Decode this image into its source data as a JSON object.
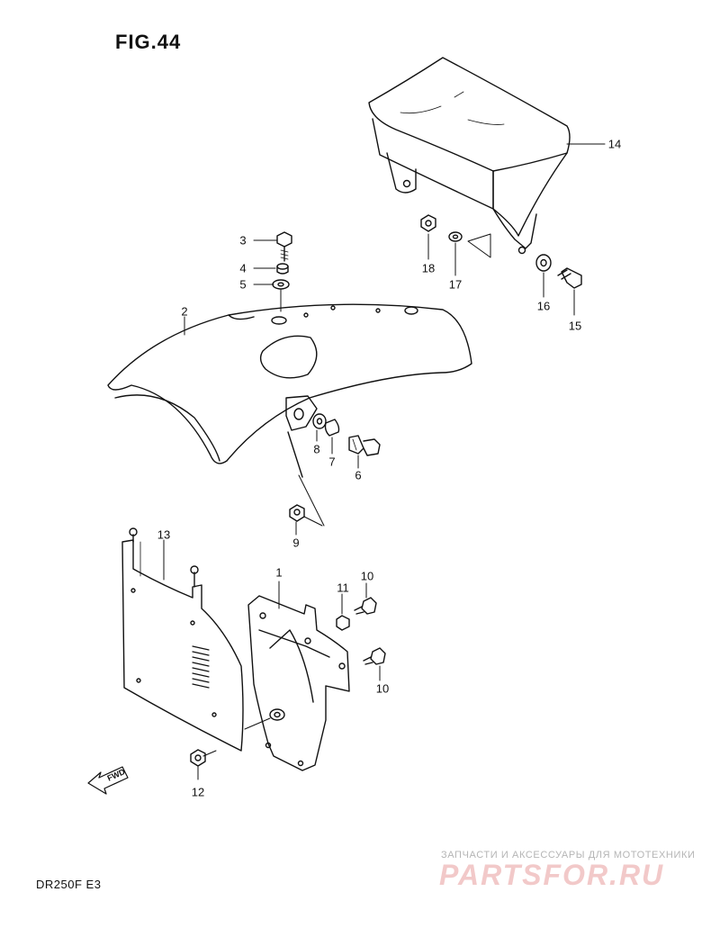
{
  "header": {
    "figure_label": "FIG.44"
  },
  "footer": {
    "model_code": "DR250F E3"
  },
  "direction_marker": {
    "label": "FWD",
    "icon": "fwd-arrow-icon"
  },
  "watermark": {
    "tagline": "ЗАПЧАСТИ И АКСЕССУАРЫ ДЛЯ МОТОТЕХНИКИ",
    "logo_text": "PARTSFOR.RU"
  },
  "callouts": {
    "p1": "1",
    "p2": "2",
    "p3": "3",
    "p4": "4",
    "p5": "5",
    "p6": "6",
    "p7": "7",
    "p8": "8",
    "p9": "9",
    "p10a": "10",
    "p10b": "10",
    "p11": "11",
    "p12": "12",
    "p13": "13",
    "p14": "14",
    "p15": "15",
    "p16": "16",
    "p17": "17",
    "p18": "18"
  }
}
